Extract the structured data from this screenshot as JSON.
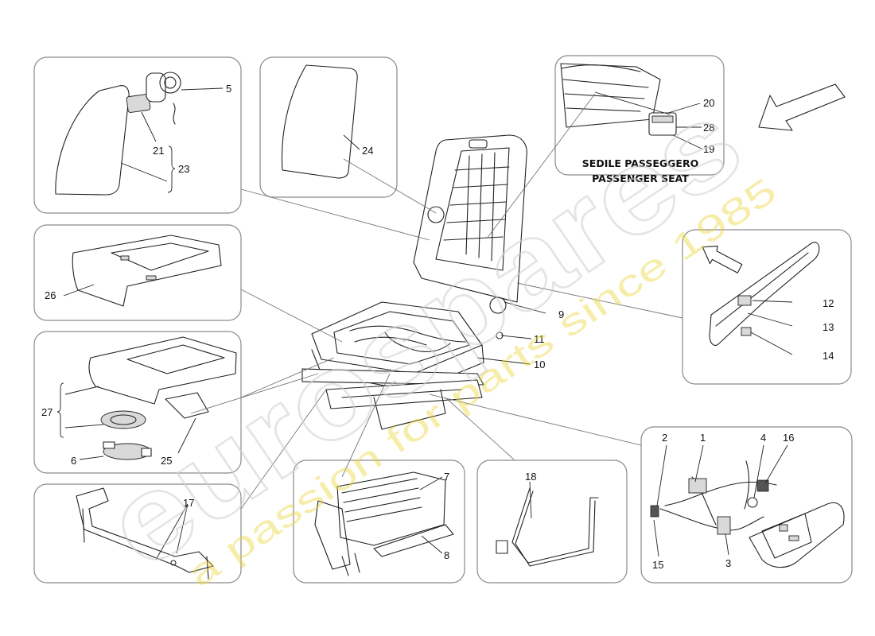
{
  "labels": {
    "p1": "1",
    "p2": "2",
    "p3": "3",
    "p4": "4",
    "p5": "5",
    "p6": "6",
    "p7": "7",
    "p8": "8",
    "p9": "9",
    "p10": "10",
    "p11": "11",
    "p12": "12",
    "p13": "13",
    "p14": "14",
    "p15": "15",
    "p16": "16",
    "p17": "17",
    "p18": "18",
    "p19": "19",
    "p20": "20",
    "p21": "21",
    "p23": "23",
    "p24": "24",
    "p25": "25",
    "p26": "26",
    "p27": "27",
    "p28": "28"
  },
  "caption": {
    "line1": "SEDILE PASSEGGERO",
    "line2": "PASSENGER SEAT"
  },
  "watermark": {
    "logo": "eurospares",
    "tagline": "a passion for parts since 1985"
  },
  "colors": {
    "watermark_text": "#ead63a",
    "panel_border": "#8a8a8a"
  }
}
